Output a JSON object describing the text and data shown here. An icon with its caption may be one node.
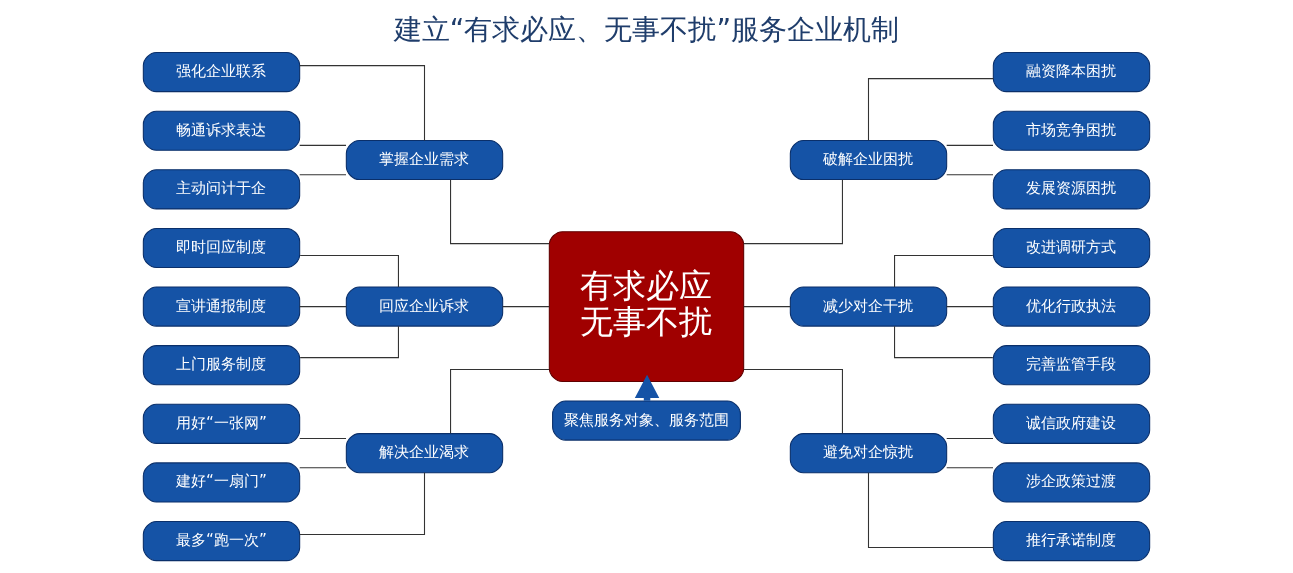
{
  "diagram": {
    "title": "建立“有求必应、无事不扰”服务企业机制",
    "nodes": [
      {
        "text": [
          "有求必应",
          "无事不扰"
        ]
      },
      {
        "text": [
          "掌握企业需求"
        ]
      },
      {
        "text": [
          "回应企业诉求"
        ]
      },
      {
        "text": [
          "解决企业渴求"
        ]
      },
      {
        "text": [
          "强化企业联系"
        ]
      },
      {
        "text": [
          "畅通诉求表达"
        ]
      },
      {
        "text": [
          "主动问计于企"
        ]
      },
      {
        "text": [
          "即时回应制度"
        ]
      },
      {
        "text": [
          "宣讲通报制度"
        ]
      },
      {
        "text": [
          "上门服务制度"
        ]
      },
      {
        "text": [
          "用好“一张网”"
        ]
      },
      {
        "text": [
          "建好“一扇门”"
        ]
      },
      {
        "text": [
          "最多“跑一次”"
        ]
      },
      {
        "text": [
          "破解企业困扰"
        ]
      },
      {
        "text": [
          "减少对企干扰"
        ]
      },
      {
        "text": [
          "避免对企惊扰"
        ]
      },
      {
        "text": [
          "融资降本困扰"
        ]
      },
      {
        "text": [
          "市场竞争困扰"
        ]
      },
      {
        "text": [
          "发展资源困扰"
        ]
      },
      {
        "text": [
          "改进调研方式"
        ]
      },
      {
        "text": [
          "优化行政执法"
        ]
      },
      {
        "text": [
          "完善监管手段"
        ]
      },
      {
        "text": [
          "诚信政府建设"
        ]
      },
      {
        "text": [
          "涉企政策过渡"
        ]
      },
      {
        "text": [
          "推行承诺制度"
        ]
      },
      {
        "text": [
          "聚焦服务对象、服务范围"
        ]
      }
    ],
    "edges": [
      {
        "from": 4,
        "to": 1,
        "arrow": "none"
      },
      {
        "from": 5,
        "to": 1,
        "arrow": "none"
      },
      {
        "from": 6,
        "to": 1,
        "arrow": "none"
      },
      {
        "from": 7,
        "to": 2,
        "arrow": "none"
      },
      {
        "from": 8,
        "to": 2,
        "arrow": "none"
      },
      {
        "from": 9,
        "to": 2,
        "arrow": "none"
      },
      {
        "from": 10,
        "to": 3,
        "arrow": "none"
      },
      {
        "from": 11,
        "to": 3,
        "arrow": "none"
      },
      {
        "from": 12,
        "to": 3,
        "arrow": "none"
      },
      {
        "from": 1,
        "to": 0,
        "arrow": "none"
      },
      {
        "from": 2,
        "to": 0,
        "arrow": "none"
      },
      {
        "from": 3,
        "to": 0,
        "arrow": "none"
      },
      {
        "from": 0,
        "to": 13,
        "arrow": "none"
      },
      {
        "from": 0,
        "to": 14,
        "arrow": "none"
      },
      {
        "from": 0,
        "to": 15,
        "arrow": "none"
      },
      {
        "from": 13,
        "to": 16,
        "arrow": "none"
      },
      {
        "from": 13,
        "to": 17,
        "arrow": "none"
      },
      {
        "from": 13,
        "to": 18,
        "arrow": "none"
      },
      {
        "from": 14,
        "to": 19,
        "arrow": "none"
      },
      {
        "from": 14,
        "to": 20,
        "arrow": "none"
      },
      {
        "from": 14,
        "to": 21,
        "arrow": "none"
      },
      {
        "from": 15,
        "to": 22,
        "arrow": "none"
      },
      {
        "from": 15,
        "to": 23,
        "arrow": "none"
      },
      {
        "from": 15,
        "to": 24,
        "arrow": "none"
      },
      {
        "from": 25,
        "to": 0,
        "arrow": "to",
        "style": "thick",
        "color": "#1553a6"
      }
    ]
  }
}
